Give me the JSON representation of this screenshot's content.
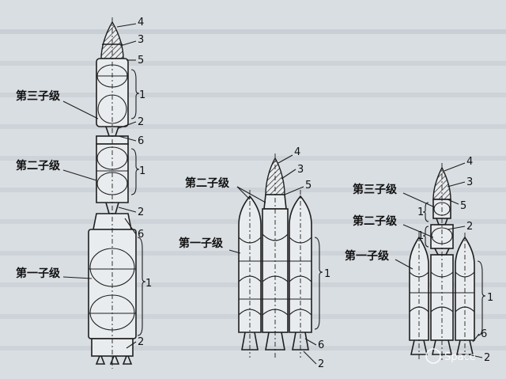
{
  "labels": {
    "stage3": "第三子级",
    "stage2": "第二子级",
    "stage1": "第一子级"
  },
  "numbers": {
    "n1": "1",
    "n2": "2",
    "n3": "3",
    "n4": "4",
    "n5": "5",
    "n6": "6"
  },
  "watermark": "Space"
}
